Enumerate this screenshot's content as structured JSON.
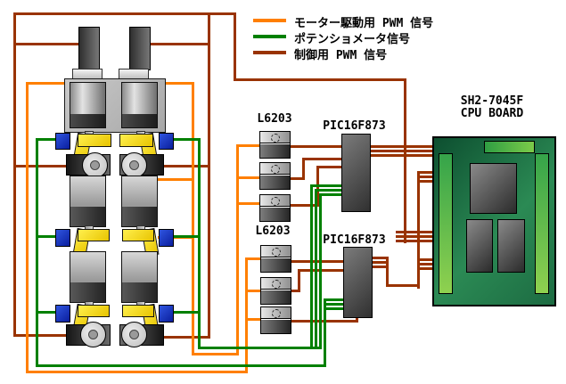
{
  "legend": {
    "items": [
      {
        "label": "モーター駆動用 PWM 信号",
        "color": "#ff7f00"
      },
      {
        "label": "ポテンショメータ信号",
        "color": "#008000"
      },
      {
        "label": "制御用 PWM 信号",
        "color": "#993300"
      }
    ]
  },
  "components": {
    "driver_group1_label": "L6203",
    "driver_group2_label": "L6203",
    "mcu1_label": "PIC16F873",
    "mcu2_label": "PIC16F873",
    "cpu_board_label_line1": "SH2-7045F",
    "cpu_board_label_line2": "CPU BOARD"
  },
  "colors": {
    "motor_pwm": "#ff7f00",
    "potentiometer": "#008000",
    "control_pwm": "#993300"
  }
}
